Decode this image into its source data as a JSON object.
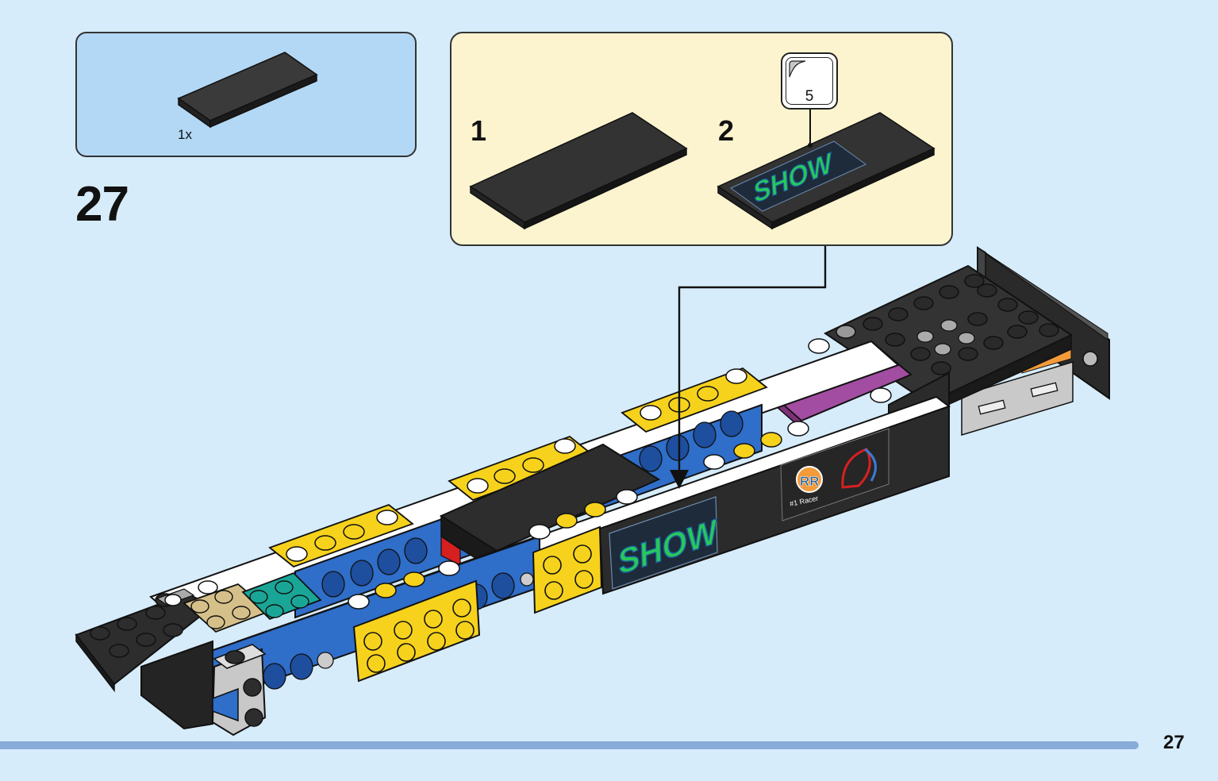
{
  "parts_box": {
    "quantity": "1x"
  },
  "step": {
    "number": "27"
  },
  "substeps": [
    {
      "label": "1"
    },
    {
      "label": "2"
    }
  ],
  "sticker": {
    "number": "5",
    "graphic_text": "SHOW"
  },
  "model": {
    "show_sticker_text": "SHOW",
    "logo_text": "RR",
    "logo_subtext": "#1 Racer"
  },
  "colors": {
    "background": "#d7ecfa",
    "parts_box": "#b3d8f5",
    "substep_box": "#fcf4cf",
    "tile": "#2f2f2f",
    "sticker_text": "#27c95a",
    "bar": "#88acda"
  },
  "page": {
    "number": "27"
  }
}
